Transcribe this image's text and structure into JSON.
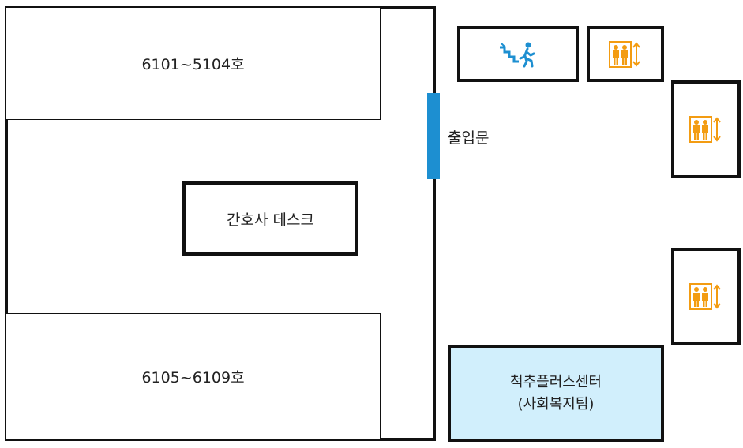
{
  "rooms": {
    "top_label": "6101~5104호",
    "bottom_label": "6105~6109호"
  },
  "nurse_desk": {
    "label": "간호사 데스크"
  },
  "entrance": {
    "label": "출입문"
  },
  "stairs": {
    "icon": "stairs-exit-icon"
  },
  "elevators": [
    {
      "icon": "elevator-icon"
    },
    {
      "icon": "elevator-icon"
    },
    {
      "icon": "elevator-icon"
    }
  ],
  "spinal_center": {
    "line1": "척추플러스센터",
    "line2": "(사회복지팀)"
  },
  "colors": {
    "door": "#1d8fd1",
    "elevator_icon": "#f39c12",
    "stairs_icon": "#1d8fd1",
    "center_fill": "#d1effc"
  }
}
